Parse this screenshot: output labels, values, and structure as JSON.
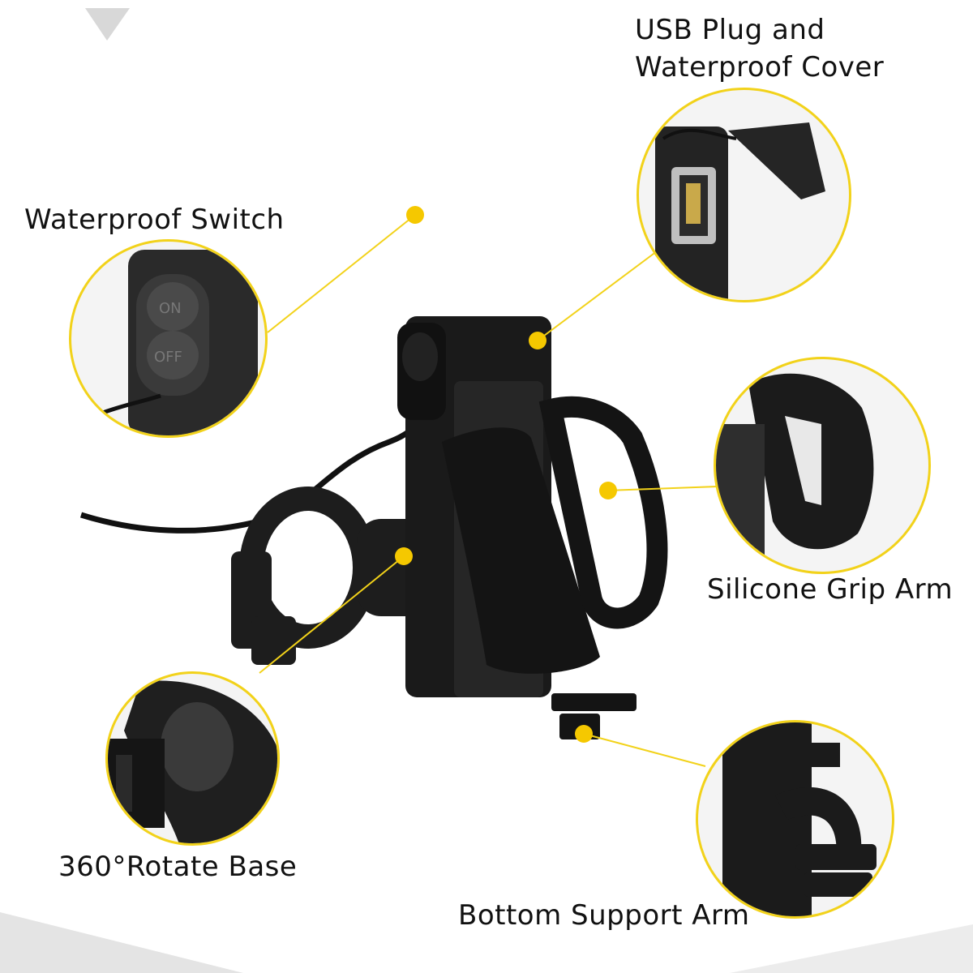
{
  "labels": {
    "usb_plug": "USB Plug and\nWaterproof Cover",
    "waterproof_switch": "Waterproof Switch",
    "silicone_grip": "Silicone Grip Arm",
    "rotate_base": "360°Rotate Base",
    "bottom_support": "Bottom Support Arm"
  },
  "switch_text": {
    "on": "ON",
    "off": "OFF"
  },
  "colors": {
    "accent": "#f2d21a",
    "dot": "#f5c800",
    "product": "#1a1a1a"
  }
}
